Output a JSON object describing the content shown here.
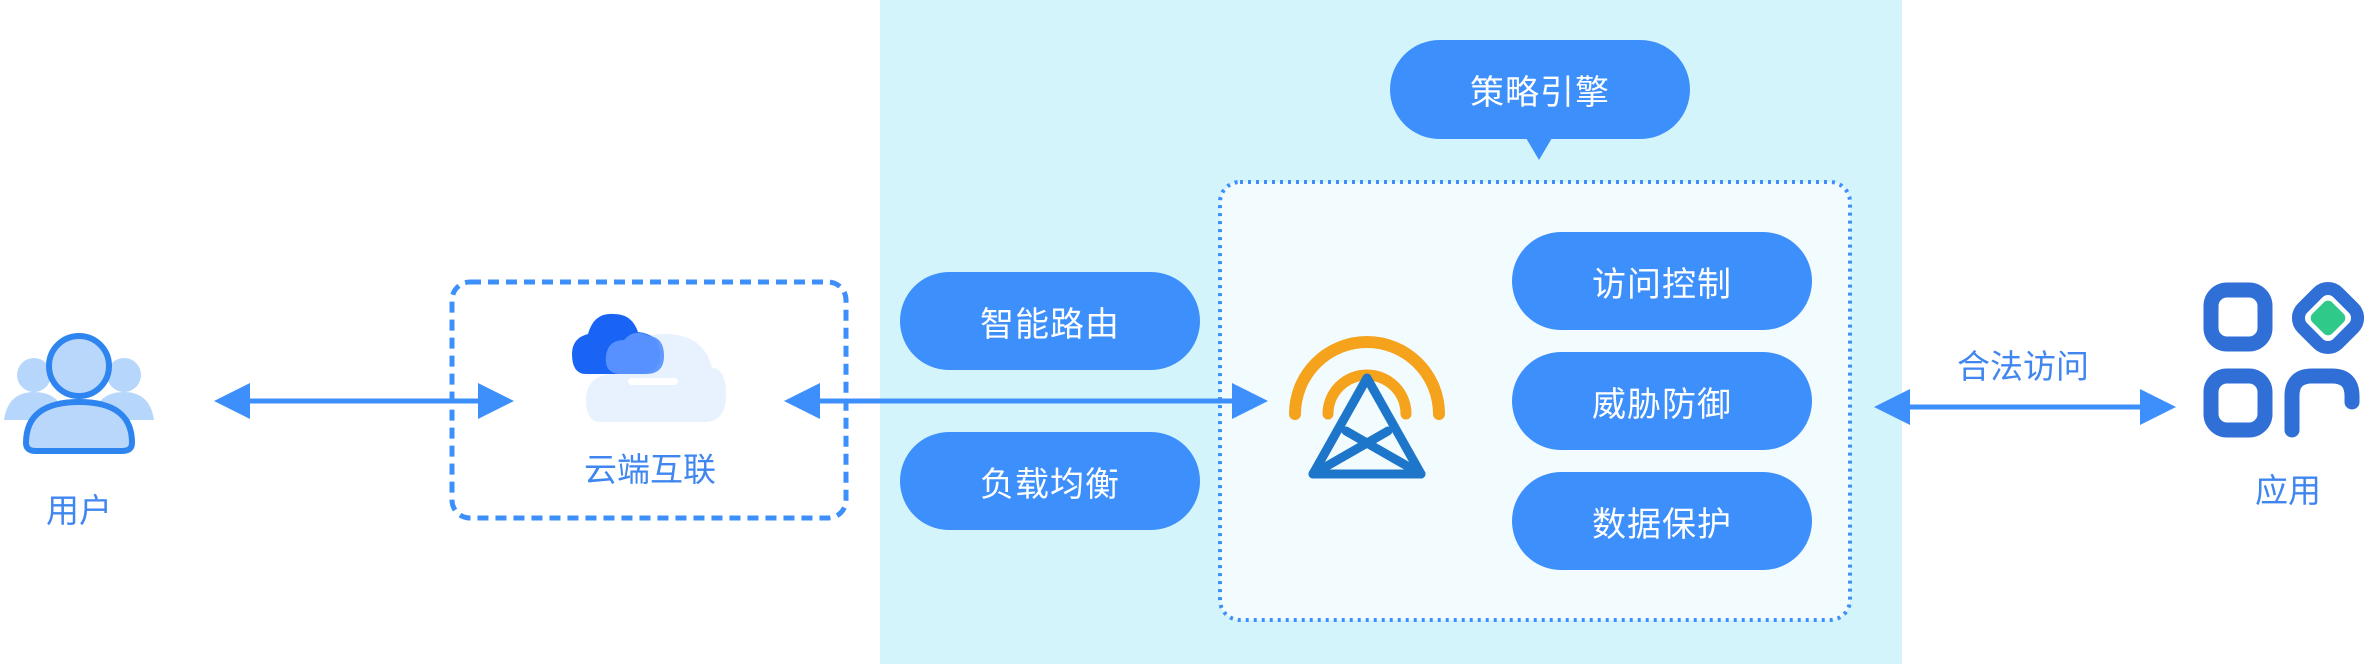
{
  "colors": {
    "panel_bg": "#d4f4fc",
    "box_bg": "#f2fbfe",
    "accent_blue": "#3d8ffb",
    "label_blue": "#3f86f0",
    "signal_orange": "#f5a21d",
    "app_green": "#2fc98a"
  },
  "nodes": {
    "user": {
      "label": "用户",
      "icon": "user-group-icon"
    },
    "cloud": {
      "label": "云端互联",
      "icon": "cloud-icon"
    },
    "gateway": {
      "icon": "signal-tower-icon"
    },
    "app": {
      "label": "应用",
      "icon": "app-grid-icon"
    }
  },
  "pills": {
    "policy_engine": "策略引擎",
    "smart_routing": "智能路由",
    "load_balancing": "负载均衡",
    "access_control": "访问控制",
    "threat_defense": "威胁防御",
    "data_protection": "数据保护"
  },
  "edges": {
    "legal_access": "合法访问"
  }
}
